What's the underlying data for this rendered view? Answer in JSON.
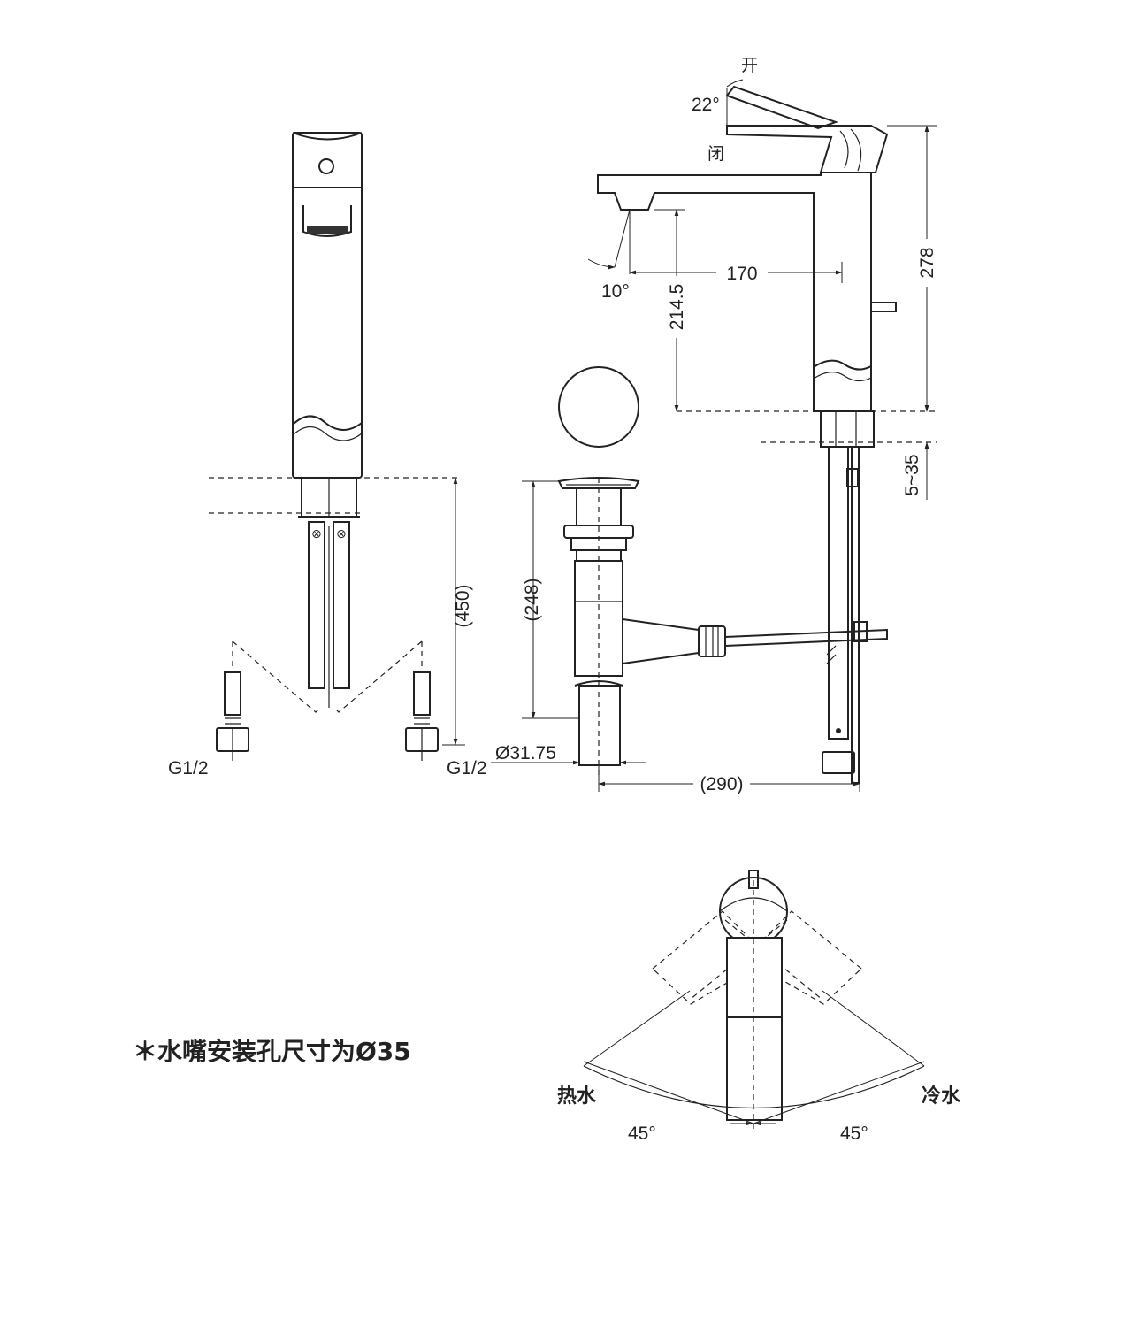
{
  "labels": {
    "open": "开",
    "closed": "闭",
    "lever_angle": "22°",
    "spout_angle": "10°",
    "dim_170": "170",
    "dim_278": "278",
    "dim_2145": "214.5",
    "dim_535": "5~35",
    "dim_450": "(450)",
    "dim_248": "(248)",
    "dim_290": "(290)",
    "dim_d3175": "Ø31.75",
    "thread_left": "G1/2",
    "thread_right": "G1/2",
    "hot_water": "热水",
    "cold_water": "冷水",
    "angle_hot": "45°",
    "angle_cold": "45°",
    "install_note": "＊水嘴安装孔尺寸为Ø35"
  }
}
